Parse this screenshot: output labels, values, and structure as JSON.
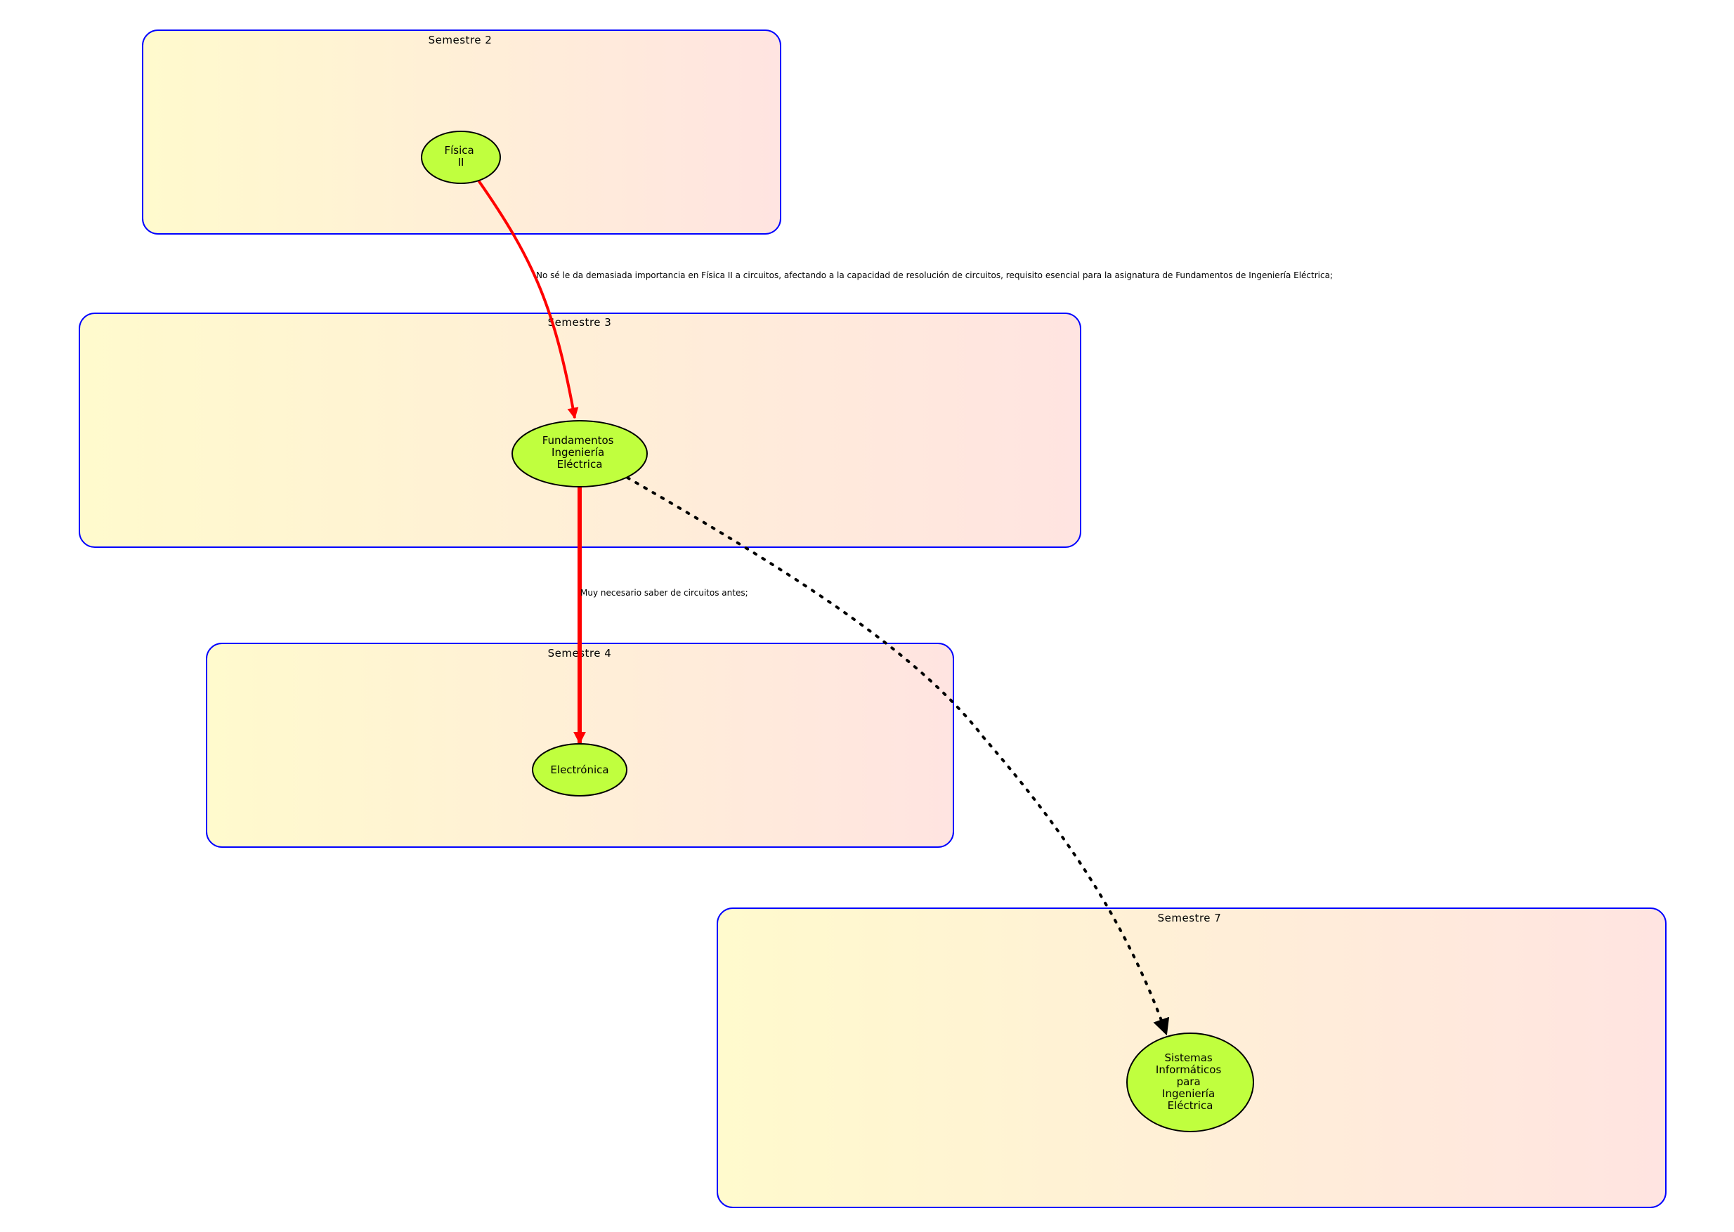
{
  "diagram": {
    "clusters": [
      {
        "id": "sem2",
        "label": "Semestre 2"
      },
      {
        "id": "sem3",
        "label": "Semestre 3"
      },
      {
        "id": "sem4",
        "label": "Semestre 4"
      },
      {
        "id": "sem7",
        "label": "Semestre 7"
      }
    ],
    "nodes": [
      {
        "id": "fisica2",
        "cluster": "sem2",
        "lines": [
          "Física",
          "II"
        ]
      },
      {
        "id": "fie",
        "cluster": "sem3",
        "lines": [
          "Fundamentos",
          "Ingeniería",
          "Eléctrica"
        ]
      },
      {
        "id": "electronica",
        "cluster": "sem4",
        "lines": [
          "Electrónica"
        ]
      },
      {
        "id": "siie",
        "cluster": "sem7",
        "lines": [
          "Sistemas",
          "Informáticos",
          "para",
          "Ingeniería",
          "Eléctrica"
        ]
      }
    ],
    "edges": [
      {
        "from": "fisica2",
        "to": "fie",
        "style": "solid",
        "label": "No sé le da demasiada importancia en Física II a circuitos, afectando a la capacidad de resolución de circuitos, requisito esencial para la asignatura de Fundamentos de Ingeniería Eléctrica;"
      },
      {
        "from": "fie",
        "to": "electronica",
        "style": "bold",
        "label": "Muy necesario saber de circuitos antes;"
      },
      {
        "from": "fie",
        "to": "siie",
        "style": "dotted",
        "label": ""
      }
    ]
  },
  "colors": {
    "cluster_border": "#0000ff",
    "cluster_fill_start": "#fffacd",
    "cluster_fill_end": "#ffe4e1",
    "node_fill": "#c0ff3e",
    "node_border": "#000000",
    "edge_red": "#ff0000",
    "edge_black": "#000000"
  }
}
